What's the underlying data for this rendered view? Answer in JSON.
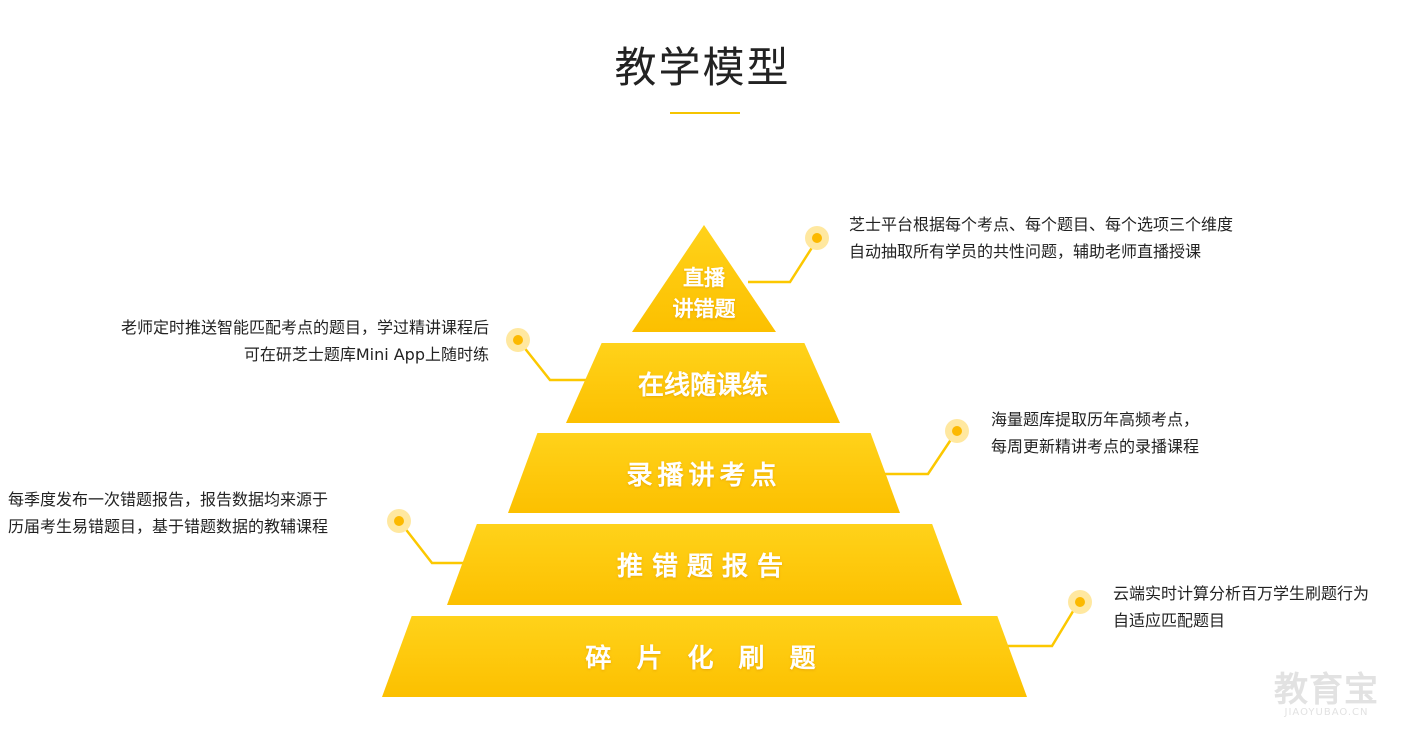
{
  "title": "教学模型",
  "layers": [
    {
      "line1": "直播",
      "line2": "讲错题"
    },
    {
      "label": "在线随课练"
    },
    {
      "label": "录播讲考点"
    },
    {
      "label": "推错题报告"
    },
    {
      "label": "碎 片 化 刷 题"
    }
  ],
  "callouts": [
    {
      "line1": "芝士平台根据每个考点、每个题目、每个选项三个维度",
      "line2": "自动抽取所有学员的共性问题，辅助老师直播授课"
    },
    {
      "line1": "老师定时推送智能匹配考点的题目，学过精讲课程后",
      "line2": "可在研芝士题库Mini App上随时练"
    },
    {
      "line1": "海量题库提取历年高频考点，",
      "line2": "每周更新精讲考点的录播课程"
    },
    {
      "line1": "每季度发布一次错题报告，报告数据均来源于",
      "line2": "历届考生易错题目，基于错题数据的教辅课程"
    },
    {
      "line1": "云端实时计算分析百万学生刷题行为",
      "line2": "自适应匹配题目"
    }
  ],
  "watermark": {
    "brand": "教育宝",
    "domain": "JIAOYUBAO.CN"
  },
  "colors": {
    "accent": "#fcc800",
    "dot_ring": "#ffe8a0",
    "text": "#222222"
  }
}
